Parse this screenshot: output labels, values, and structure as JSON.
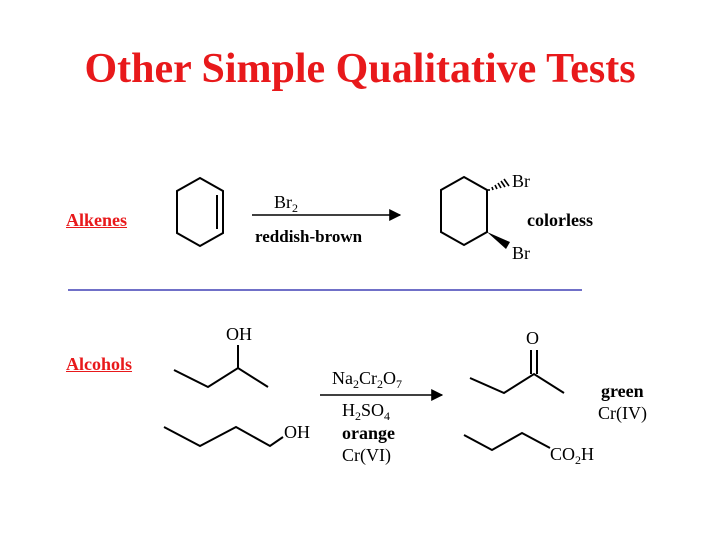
{
  "title": "Other Simple Qualitative Tests",
  "colors": {
    "title": "#e8191b",
    "section_label": "#e8191b",
    "divider": "#1a1aa8"
  },
  "alkenes": {
    "label": "Alkenes",
    "reagent": "Br",
    "reagent_sub": "2",
    "reagent_color": "reddish-brown",
    "product_sub_top": "Br",
    "product_sub_bottom": "Br",
    "result": "colorless"
  },
  "alcohols": {
    "label": "Alcohols",
    "oh_top": "OH",
    "oh_bottom": "OH",
    "reagent_na": "Na",
    "reagent_na_sub": "2",
    "reagent_cr": "Cr",
    "reagent_cr_sub": "2",
    "reagent_o": "O",
    "reagent_o_sub": "7",
    "acid_h": "H",
    "acid_h_sub": "2",
    "acid_so": "SO",
    "acid_so_sub": "4",
    "reagent_color": "orange",
    "reagent_state": "Cr(VI)",
    "product_ketone_o": "O",
    "product_acid": "CO",
    "product_acid_sub": "2",
    "product_acid_h": "H",
    "result_color": "green",
    "result_state": "Cr(IV)"
  }
}
